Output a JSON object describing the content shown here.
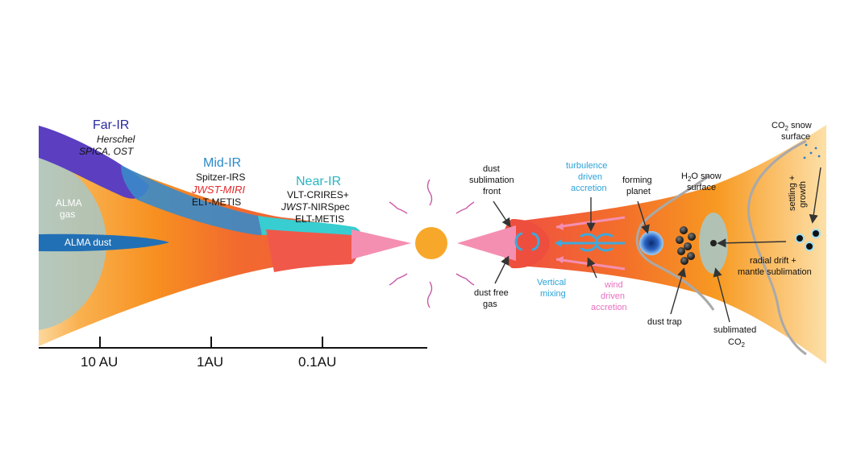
{
  "left_panel": {
    "alma_gas": [
      "ALMA",
      "gas"
    ],
    "alma_dust": "ALMA dust",
    "far_ir": {
      "title": "Far-IR",
      "lines": [
        "Herschel",
        "SPICA, OST"
      ]
    },
    "mid_ir": {
      "title": "Mid-IR",
      "line1": "Spitzer-IRS",
      "line2": "JWST-MIRI",
      "line3": "ELT-METIS"
    },
    "near_ir": {
      "title": "Near-IR",
      "line1": "VLT-CRIRES+",
      "line2_italic": "JWST",
      "line2_rest": "-NIRSpec",
      "line3": "ELT-METIS"
    },
    "axis_ticks": [
      "10 AU",
      "1AU",
      "0.1AU"
    ]
  },
  "right_panel": {
    "dust_sublimation_front": [
      "dust",
      "sublimation",
      "front"
    ],
    "dust_free_gas": [
      "dust free",
      "gas"
    ],
    "turbulence_accretion": [
      "turbulence",
      "driven",
      "accretion"
    ],
    "vertical_mixing": [
      "Vertical",
      "mixing"
    ],
    "wind_accretion": [
      "wind",
      "driven",
      "accretion"
    ],
    "forming_planet": [
      "forming",
      "planet"
    ],
    "h2o_snow_surface": {
      "line1_pre": "H",
      "line1_sub": "2",
      "line1_post": "O snow",
      "line2": "surface"
    },
    "co2_snow_surface": {
      "line1_pre": "CO",
      "line1_sub": "2",
      "line1_post": " snow",
      "line2": "surface"
    },
    "settling_growth": [
      "settling +",
      "growth"
    ],
    "radial_drift": [
      "radial drift +",
      "mantle sublimation"
    ],
    "dust_trap": "dust trap",
    "sublimated_co2": {
      "line1": "sublimated",
      "line2_pre": "CO",
      "line2_sub": "2"
    }
  },
  "colors": {
    "orange": "#f7901e",
    "red_inner": "#f05a4a",
    "cream": "#fcd79c",
    "far_ir": "#5b3fc0",
    "mid_ir": "#2a7fc2",
    "near_ir": "#35c9cc",
    "alma_dust": "#2170b5",
    "pink": "#f48fb1",
    "star": "#f7a82a",
    "cyan_label": "#2aa3d8",
    "pink_label": "#e86fc0"
  }
}
